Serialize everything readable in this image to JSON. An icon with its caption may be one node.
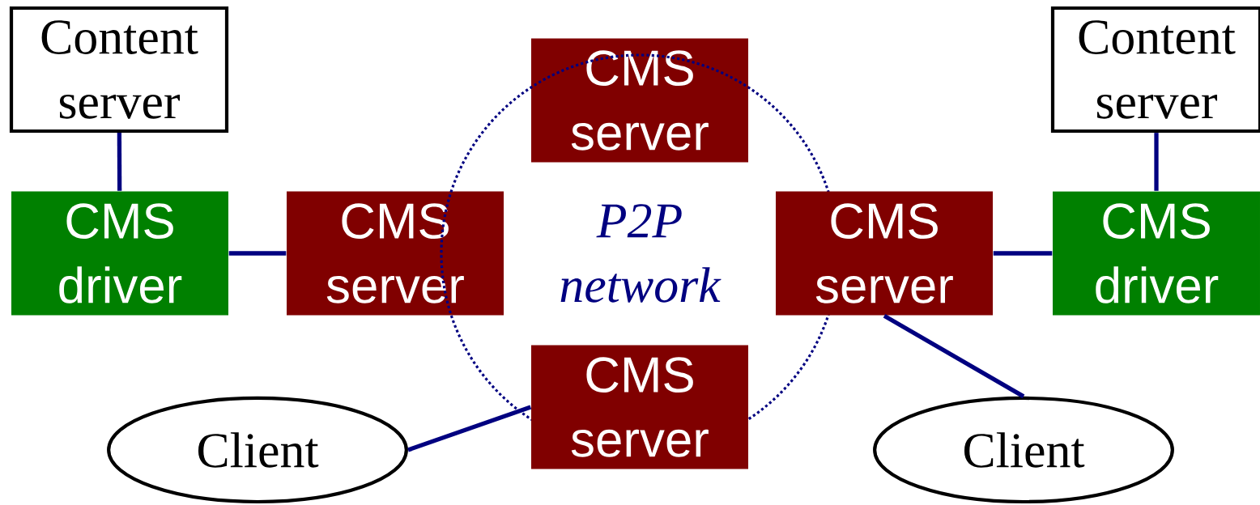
{
  "diagram": {
    "nodes": [
      {
        "text": [
          "Content server"
        ]
      },
      {
        "text": [
          "Content server"
        ]
      },
      {
        "text": [
          "CMS server"
        ]
      },
      {
        "text": [
          "CMS driver"
        ]
      },
      {
        "text": [
          "CMS server"
        ]
      },
      {
        "text": [
          "P2P network"
        ]
      },
      {
        "text": [
          "CMS server"
        ]
      },
      {
        "text": [
          "CMS driver"
        ]
      },
      {
        "text": [
          "CMS server"
        ]
      },
      {
        "text": [
          "Client"
        ]
      },
      {
        "text": [
          "Client"
        ]
      }
    ],
    "edges": [
      {
        "from": 0,
        "to": 3,
        "arrow": "none"
      },
      {
        "from": 3,
        "to": 4,
        "arrow": "none"
      },
      {
        "from": 1,
        "to": 7,
        "arrow": "none"
      },
      {
        "from": 6,
        "to": 7,
        "arrow": "none"
      },
      {
        "from": 8,
        "to": 9,
        "arrow": "none"
      },
      {
        "from": 6,
        "to": 10,
        "arrow": "none"
      }
    ]
  }
}
